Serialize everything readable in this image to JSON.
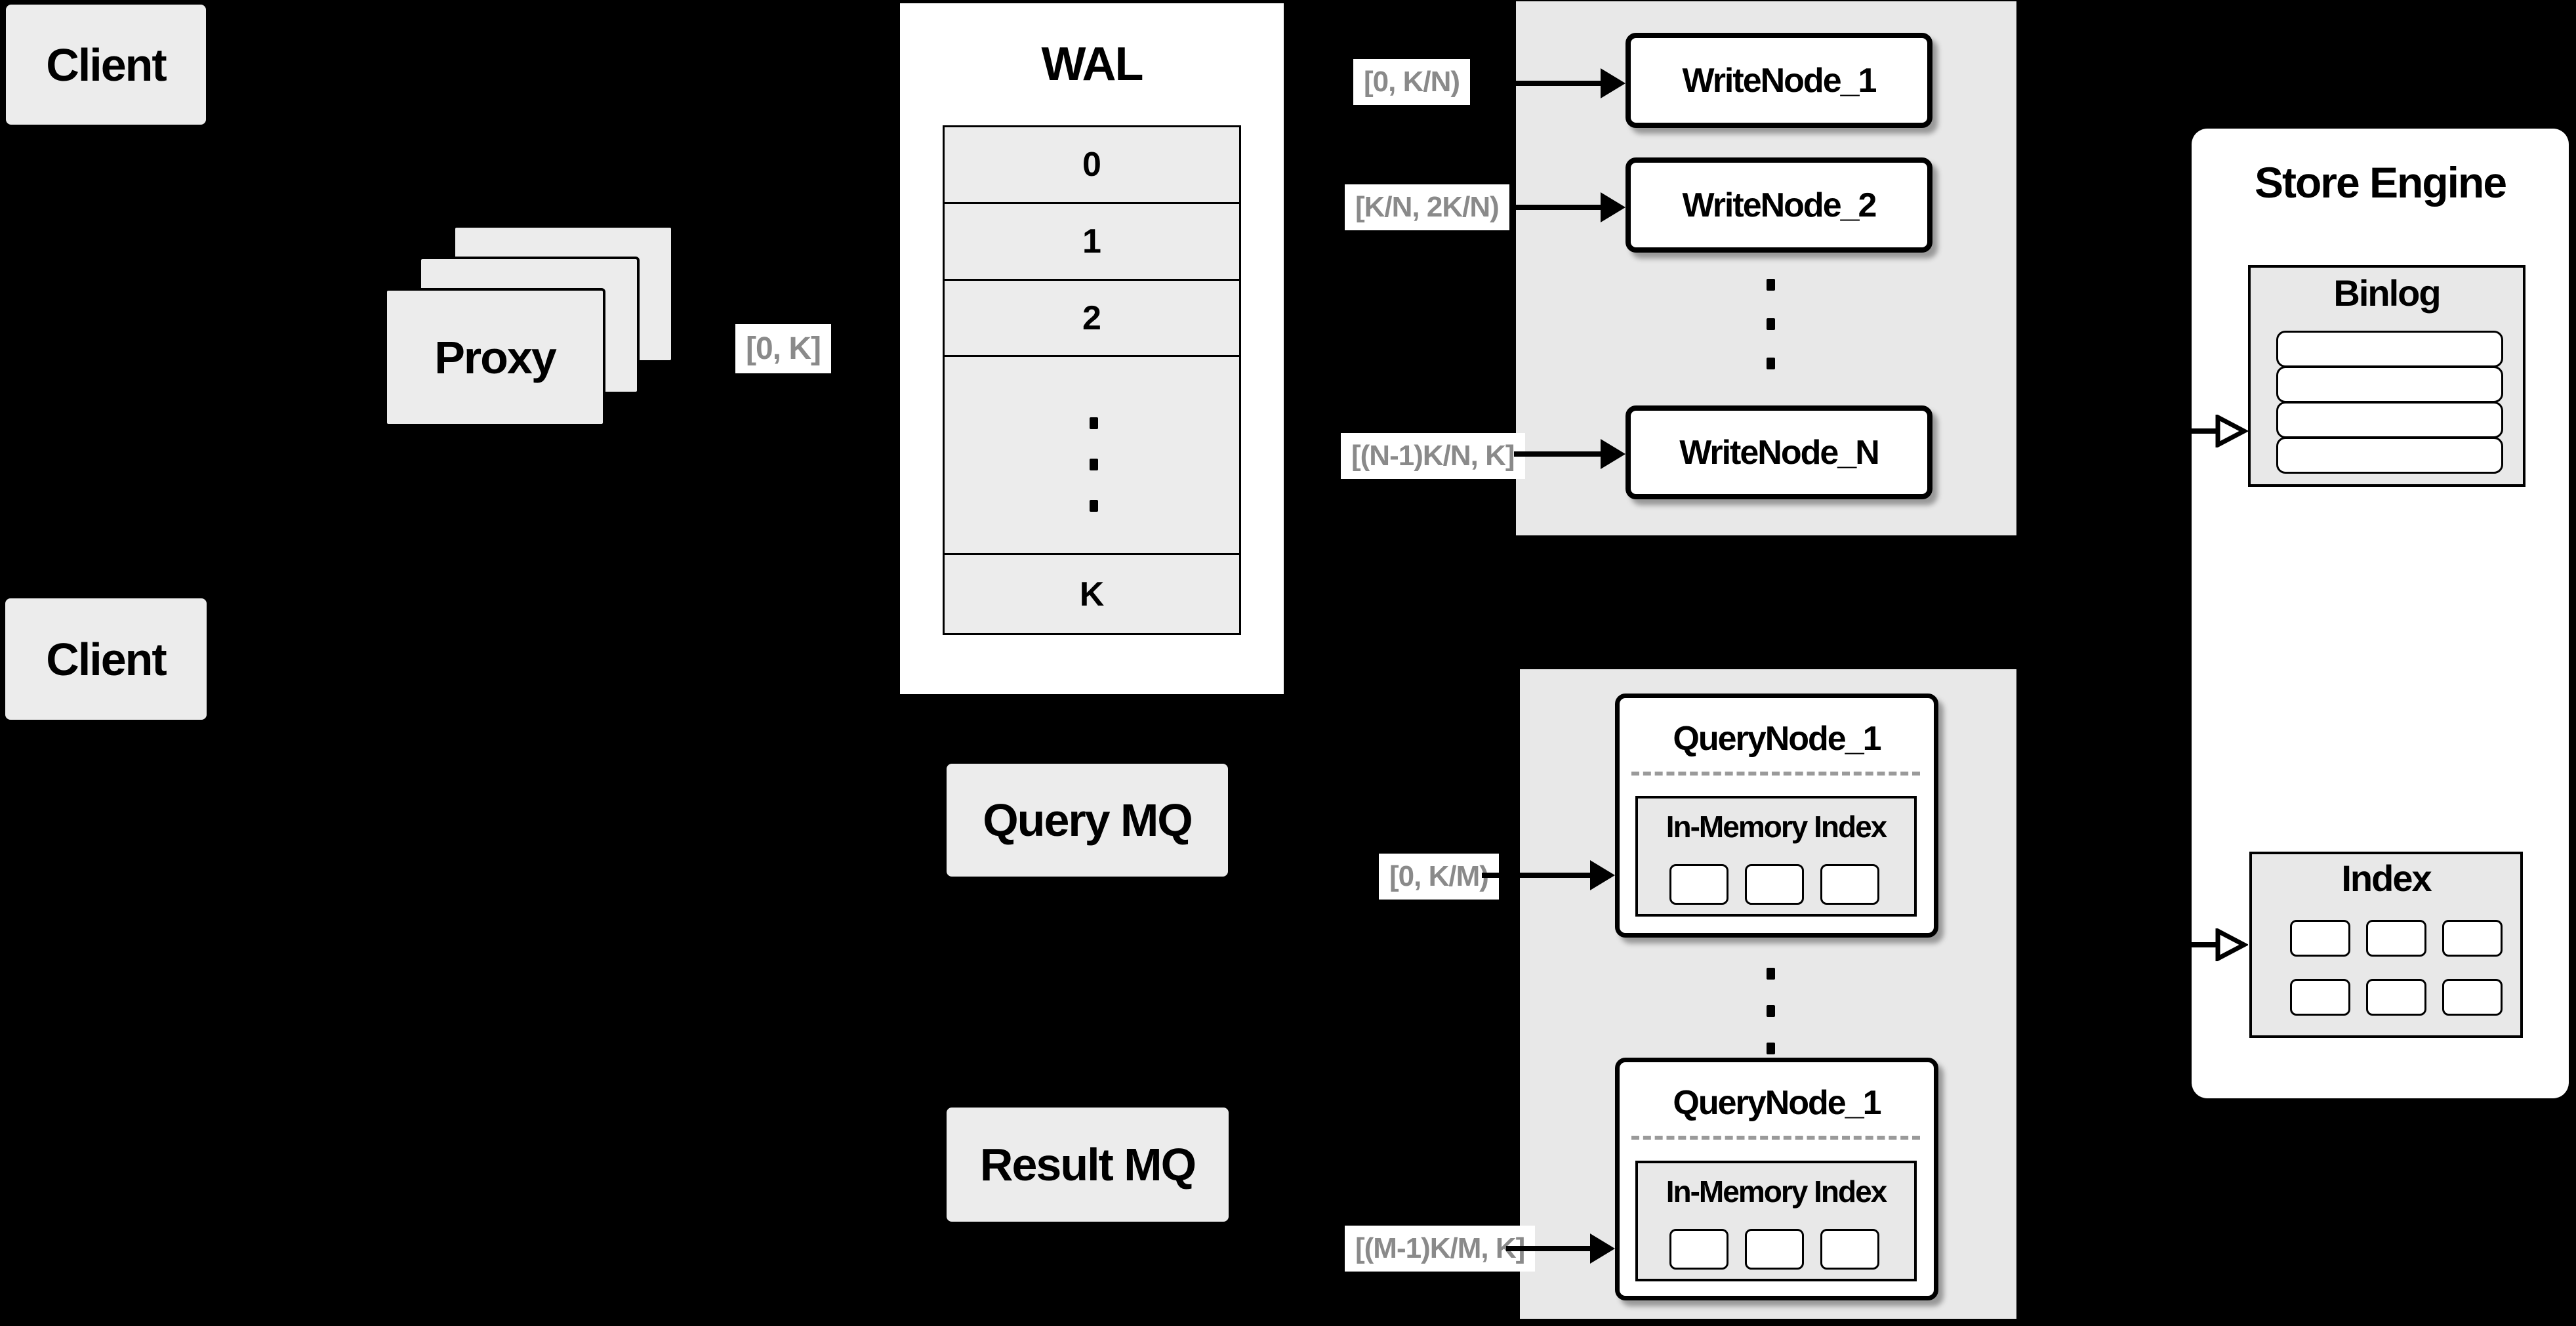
{
  "colors": {
    "background": "#000000",
    "box_gray": "#ececec",
    "panel_gray": "#e8e8e8",
    "box_white": "#ffffff",
    "border_black": "#000000",
    "range_label_text": "#8a8a8a"
  },
  "client_top": {
    "label": "Client"
  },
  "client_bottom": {
    "label": "Client"
  },
  "proxy": {
    "label": "Proxy",
    "range_label": "[0, K]"
  },
  "wal": {
    "title": "WAL",
    "rows": [
      "0",
      "1",
      "2"
    ],
    "k_row": "K"
  },
  "write": {
    "labels": [
      "[0,  K/N)",
      "[K/N, 2K/N)",
      "[(N-1)K/N,  K]"
    ],
    "nodes": [
      "WriteNode_1",
      "WriteNode_2",
      "WriteNode_N"
    ]
  },
  "mq": {
    "query": "Query MQ",
    "result": "Result MQ"
  },
  "query": {
    "labels": [
      "[0, K/M)",
      "[(M-1)K/M, K]"
    ],
    "nodes": [
      {
        "title": "QueryNode_1",
        "inner": "In-Memory Index"
      },
      {
        "title": "QueryNode_1",
        "inner": "In-Memory Index"
      }
    ]
  },
  "store": {
    "title": "Store Engine",
    "binlog": "Binlog",
    "index": "Index"
  }
}
